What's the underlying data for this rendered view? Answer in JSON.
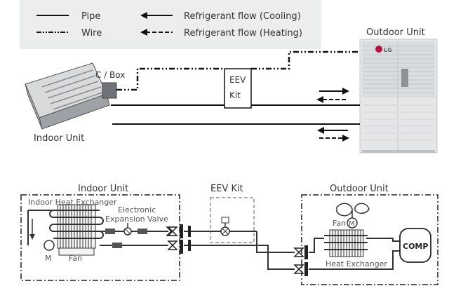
{
  "legend": {
    "pipe": "Pipe",
    "wire": "Wire",
    "flow_cooling": "Refrigerant flow (Cooling)",
    "flow_heating": "Refrigerant flow (Heating)"
  },
  "top": {
    "outdoor_unit": "Outdoor Unit",
    "indoor_unit": "Indoor Unit",
    "c_box": "C / Box",
    "eev_kit_line1": "EEV",
    "eev_kit_line2": "Kit",
    "lg_logo": "LG"
  },
  "bottom": {
    "indoor_title": "Indoor Unit",
    "eev_title": "EEV Kit",
    "outdoor_title": "Outdoor Unit",
    "indoor_hx": "Indoor Heat Exchanger",
    "eev_line1": "Electronic",
    "eev_line2": "Expansion Valve",
    "motor_m": "M",
    "fan_indoor": "Fan",
    "fan_outdoor": "Fan",
    "motor_outdoor": "M",
    "heat_exchanger": "Heat Exchanger",
    "comp": "COMP"
  },
  "colors": {
    "line": "#111111",
    "legend_bg": "#eceeed",
    "text": "#333333"
  }
}
